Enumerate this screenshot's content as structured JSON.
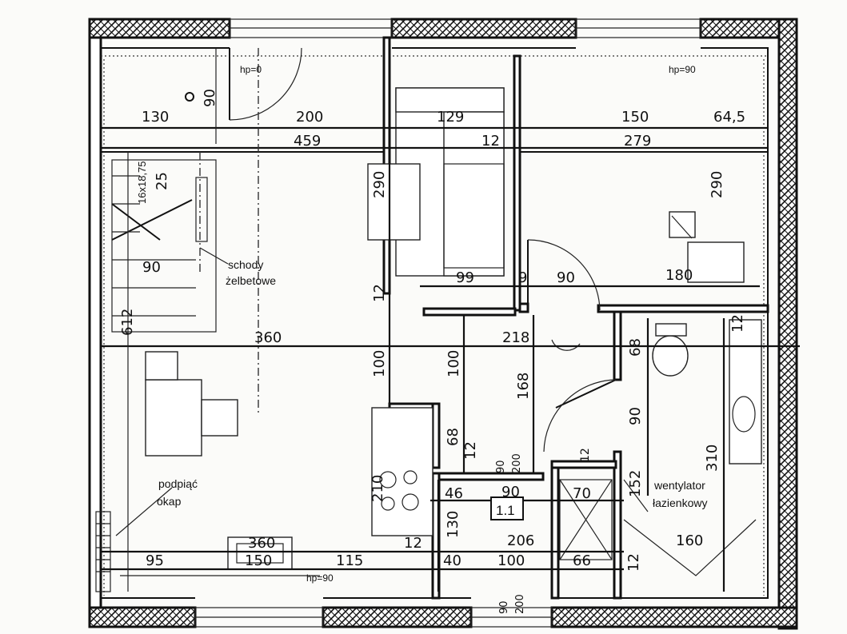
{
  "plan_labels": {
    "hp_0": "hp=0",
    "hp_90_top": "hp=90",
    "hp_90_bottom": "hp=90",
    "stairs_spec": "16x18,75",
    "stairs_line1": "schody",
    "stairs_line2": "żelbetowe",
    "hood_line1": "podpiąć",
    "hood_line2": "okap",
    "vent_line1": "wentylator",
    "vent_line2": "łazienkowy",
    "room_number": "1.1"
  },
  "dimensions": {
    "d130": "130",
    "d90_top": "90",
    "d200": "200",
    "d129": "129",
    "d150_top": "150",
    "d64_5": "64,5",
    "d459": "459",
    "d12_top": "12",
    "d279": "279",
    "d25": "25",
    "d290_left": "290",
    "d290_right": "290",
    "d90_stair": "90",
    "d612": "612",
    "d99": "99",
    "d9": "9",
    "d90_mid": "90",
    "d180": "180",
    "d12_v1": "12",
    "d360_mid": "360",
    "d218": "218",
    "d12_right": "12",
    "d68_right": "68",
    "d100_a": "100",
    "d100_b": "100",
    "d168": "168",
    "d90_bath": "90",
    "d68_k": "68",
    "d12_k": "12",
    "d90_200_a": "90",
    "d200_a": "200",
    "d12_k2": "12",
    "d310": "310",
    "d210": "210",
    "d46": "46",
    "d90_k": "90",
    "d70": "70",
    "d152": "152",
    "d130_v": "130",
    "d206": "206",
    "d160": "160",
    "d360_bottom": "360",
    "d12_bottom": "12",
    "d95": "95",
    "d150_bottom": "150",
    "d115": "115",
    "d40": "40",
    "d100_bottom": "100",
    "d66": "66",
    "d12_b2": "12",
    "d90_bot": "90",
    "d200_bot": "200"
  }
}
